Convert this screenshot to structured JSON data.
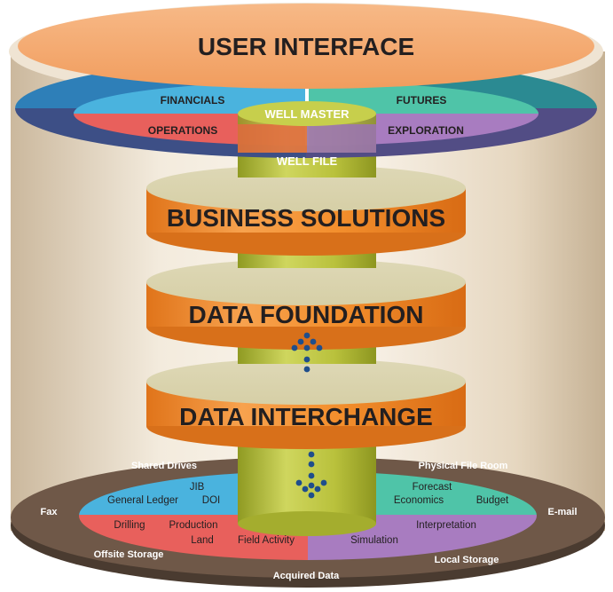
{
  "layers": {
    "user_interface": "USER INTERFACE",
    "business_solutions": "BUSINESS SOLUTIONS",
    "data_foundation": "DATA FOUNDATION",
    "data_interchange": "DATA INTERCHANGE"
  },
  "ring": {
    "financials": "FINANCIALS",
    "futures": "FUTURES",
    "operations": "OPERATIONS",
    "exploration": "EXPLORATION",
    "well_master": "WELL MASTER",
    "well_file": "WELL FILE"
  },
  "base": {
    "shared_drives": "Shared Drives",
    "physical_file_room": "Physical File Room",
    "fax": "Fax",
    "email": "E-mail",
    "offsite_storage": "Offsite Storage",
    "local_storage": "Local Storage",
    "acquired_data": "Acquired Data",
    "jib": "JIB",
    "general_ledger": "General Ledger",
    "doi": "DOI",
    "forecast": "Forecast",
    "economics": "Economics",
    "budget": "Budget",
    "drilling": "Drilling",
    "production": "Production",
    "land": "Land",
    "field_activity": "Field Activity",
    "interpretation": "Interpretation",
    "simulation": "Simulation"
  },
  "colors": {
    "orange": "#f08a24",
    "peach_top": "#f5ad76",
    "blue_ring": "#2e7fb8",
    "navy_ring": "#3d4f86",
    "financials": "#4ab3de",
    "futures": "#4fc4a8",
    "operations": "#e8605c",
    "exploration": "#a87cc0",
    "core_green": "#b5bd3a",
    "base_brown": "#6f5848",
    "cylinder_beige": "#e9dcc8"
  }
}
